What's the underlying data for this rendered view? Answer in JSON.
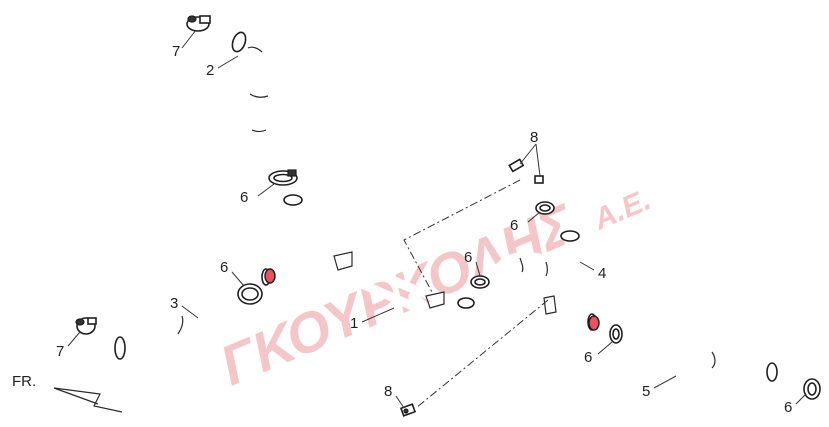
{
  "watermark": {
    "main": "ΓΚΟΥΡΚΟΛΗΣ",
    "suffix": "Α.Ε."
  },
  "direction": {
    "label": "FR."
  },
  "callouts": {
    "c1": "1",
    "c2": "2",
    "c3": "3",
    "c4": "4",
    "c5": "5",
    "c6a": "6",
    "c6b": "6",
    "c6c": "6",
    "c6d": "6",
    "c6e": "6",
    "c6f": "6",
    "c7a": "7",
    "c7b": "7",
    "c8a": "8",
    "c8b": "8"
  },
  "colors": {
    "ink": "#1e1e1e",
    "watermark": "#f2b3b6",
    "accent_red": "#e8545e"
  }
}
